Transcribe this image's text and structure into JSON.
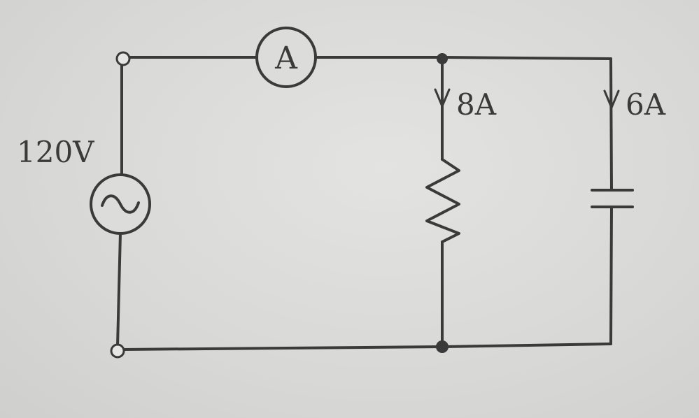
{
  "source": {
    "voltage_label": "120V"
  },
  "meter": {
    "symbol": "A"
  },
  "branches": {
    "resistor_current": "8A",
    "capacitor_current": "6A"
  },
  "colors": {
    "ink": "#3a3a3a",
    "paper": "#d9d9d7"
  }
}
